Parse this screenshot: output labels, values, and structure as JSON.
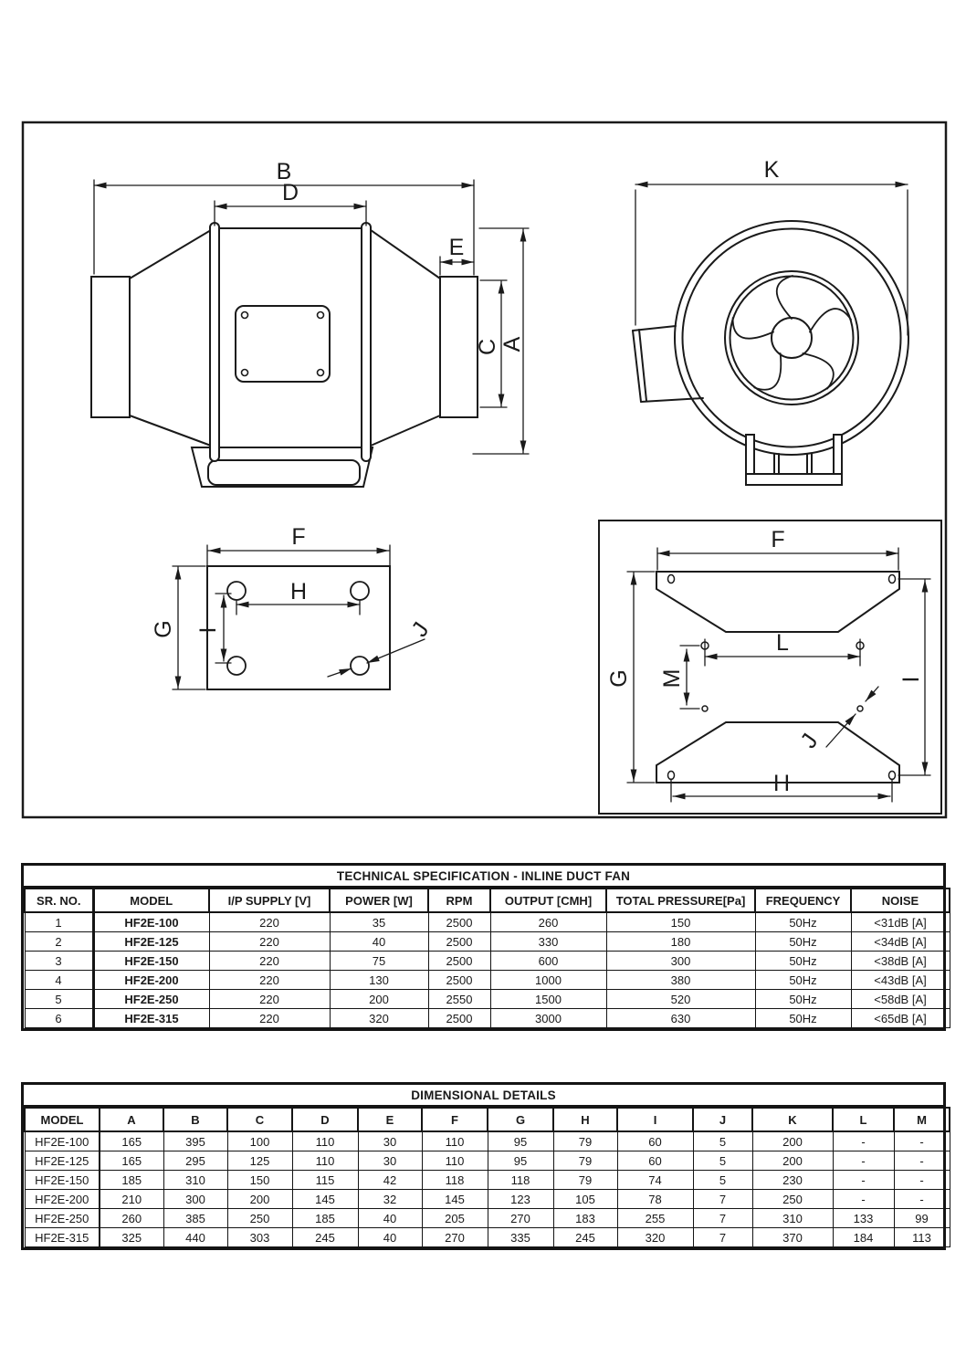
{
  "colors": {
    "line": "#1a1a1a",
    "background": "#ffffff"
  },
  "drawing": {
    "side_view": {
      "b": "B",
      "d": "D",
      "e": "E",
      "c": "C",
      "a": "A"
    },
    "front_view": {
      "k": "K"
    },
    "plate_view": {
      "f": "F",
      "g": "G",
      "h": "H",
      "i": "I",
      "j": "J"
    },
    "bracket_view": {
      "f": "F",
      "g": "G",
      "l": "L",
      "m": "M",
      "i": "I",
      "h": "H",
      "j": "J"
    }
  },
  "spec_table": {
    "title": "TECHNICAL SPECIFICATION - INLINE DUCT FAN",
    "columns": [
      "SR. NO.",
      "MODEL",
      "I/P SUPPLY [V]",
      "POWER [W]",
      "RPM",
      "OUTPUT [CMH]",
      "TOTAL PRESSURE[Pa]",
      "FREQUENCY",
      "NOISE"
    ],
    "rows": [
      [
        "1",
        "HF2E-100",
        "220",
        "35",
        "2500",
        "260",
        "150",
        "50Hz",
        "<31dB [A]"
      ],
      [
        "2",
        "HF2E-125",
        "220",
        "40",
        "2500",
        "330",
        "180",
        "50Hz",
        "<34dB [A]"
      ],
      [
        "3",
        "HF2E-150",
        "220",
        "75",
        "2500",
        "600",
        "300",
        "50Hz",
        "<38dB [A]"
      ],
      [
        "4",
        "HF2E-200",
        "220",
        "130",
        "2500",
        "1000",
        "380",
        "50Hz",
        "<43dB [A]"
      ],
      [
        "5",
        "HF2E-250",
        "220",
        "200",
        "2550",
        "1500",
        "520",
        "50Hz",
        "<58dB [A]"
      ],
      [
        "6",
        "HF2E-315",
        "220",
        "320",
        "2500",
        "3000",
        "630",
        "50Hz",
        "<65dB [A]"
      ]
    ]
  },
  "dim_table": {
    "title": "DIMENSIONAL DETAILS",
    "columns": [
      "MODEL",
      "A",
      "B",
      "C",
      "D",
      "E",
      "F",
      "G",
      "H",
      "I",
      "J",
      "K",
      "L",
      "M"
    ],
    "rows": [
      [
        "HF2E-100",
        "165",
        "395",
        "100",
        "110",
        "30",
        "110",
        "95",
        "79",
        "60",
        "5",
        "200",
        "-",
        "-"
      ],
      [
        "HF2E-125",
        "165",
        "295",
        "125",
        "110",
        "30",
        "110",
        "95",
        "79",
        "60",
        "5",
        "200",
        "-",
        "-"
      ],
      [
        "HF2E-150",
        "185",
        "310",
        "150",
        "115",
        "42",
        "118",
        "118",
        "79",
        "74",
        "5",
        "230",
        "-",
        "-"
      ],
      [
        "HF2E-200",
        "210",
        "300",
        "200",
        "145",
        "32",
        "145",
        "123",
        "105",
        "78",
        "7",
        "250",
        "-",
        "-"
      ],
      [
        "HF2E-250",
        "260",
        "385",
        "250",
        "185",
        "40",
        "205",
        "270",
        "183",
        "255",
        "7",
        "310",
        "133",
        "99"
      ],
      [
        "HF2E-315",
        "325",
        "440",
        "303",
        "245",
        "40",
        "270",
        "335",
        "245",
        "320",
        "7",
        "370",
        "184",
        "113"
      ]
    ]
  }
}
